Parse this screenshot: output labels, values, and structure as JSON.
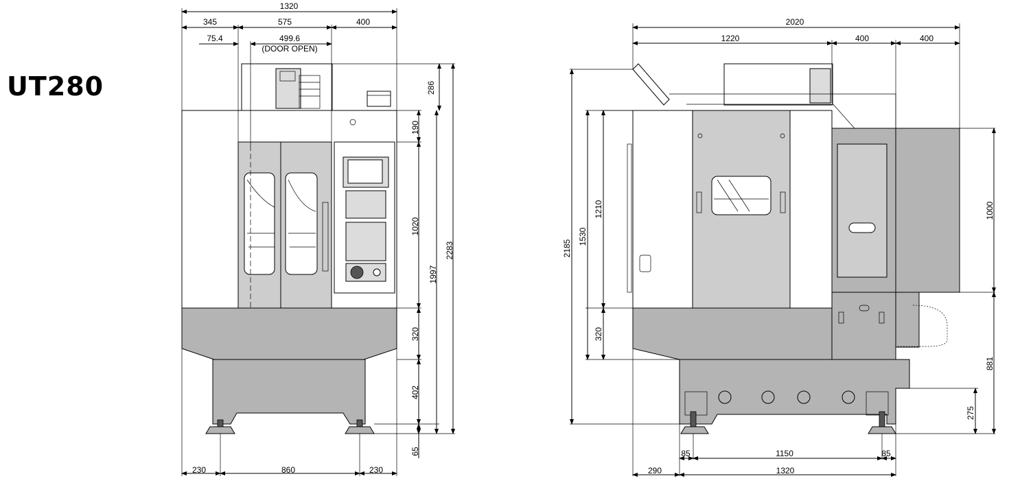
{
  "model": "UT280",
  "front_view": {
    "dims": {
      "overall_width": "1320",
      "w345": "345",
      "w575": "575",
      "w400": "400",
      "w75": "75.4",
      "door_open": "499.6",
      "door_open_note": "(DOOR OPEN)",
      "h286": "286",
      "h190": "190",
      "h1020": "1020",
      "h1997": "1997",
      "h2283": "2283",
      "h320": "320",
      "h402": "402",
      "h65": "65",
      "b230a": "230",
      "b860": "860",
      "b230b": "230"
    }
  },
  "side_view": {
    "dims": {
      "overall_width": "2020",
      "w1220": "1220",
      "w400a": "400",
      "w400b": "400",
      "h2185": "2185",
      "h1530": "1530",
      "h1210": "1210",
      "h320": "320",
      "h1000": "1000",
      "h881": "881",
      "h275": "275",
      "b85a": "85",
      "b1150": "1150",
      "b85b": "85",
      "b290": "290",
      "b1320": "1320"
    }
  }
}
